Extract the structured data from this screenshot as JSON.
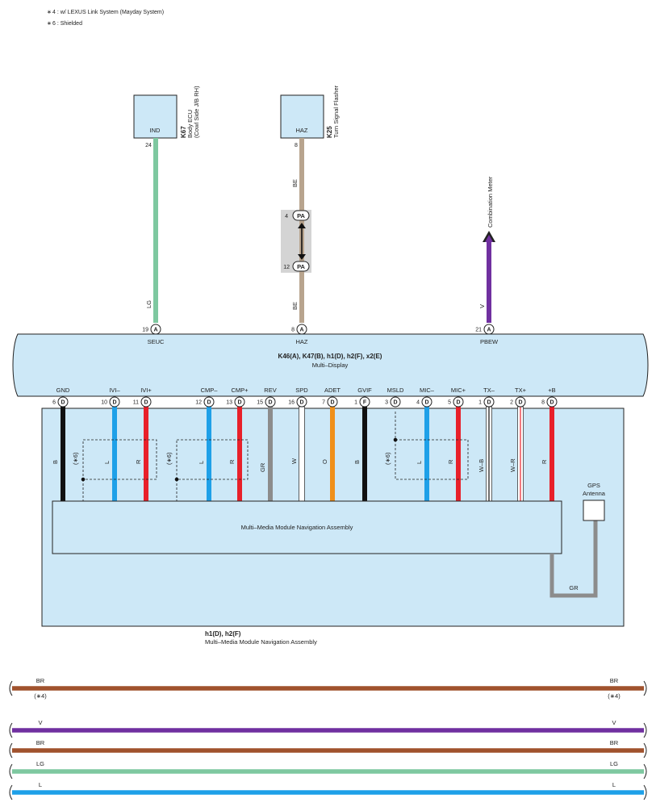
{
  "notes": [
    {
      "marker": "∗",
      "text": "4 : w/ LEXUS Link System (Mayday System)"
    },
    {
      "marker": "∗",
      "text": "6 : Shielded"
    }
  ],
  "top_components": [
    {
      "pin_label": "IND",
      "pin": "24",
      "code": "K67",
      "name_lines": [
        "Body ECU",
        "(Cowl Side J/B RH)"
      ]
    },
    {
      "pin_label": "HAZ",
      "pin": "8",
      "code": "K25",
      "name_lines": [
        "Turn Signal Flasher"
      ]
    }
  ],
  "combination_meter": "Combination Meter",
  "pa_connector": {
    "label": "PA",
    "pin_top": "4",
    "pin_bottom": "12"
  },
  "upper_wires": [
    {
      "id": "seuc",
      "color_code": "LG",
      "hex": "#7ec8a0",
      "pin": "19",
      "conn": "A",
      "signal": "SEUC"
    },
    {
      "id": "haz",
      "color_code_upper": "BE",
      "color_code_lower": "BE",
      "hex": "#b8a48e",
      "pin": "8",
      "conn": "A",
      "signal": "HAZ"
    },
    {
      "id": "pbew",
      "color_code": "V",
      "hex": "#7030a0",
      "pin": "21",
      "conn": "A",
      "signal": "PBEW"
    }
  ],
  "multi_display": {
    "connectors": "K46(A), K47(B), h1(D), h2(F), x2(E)",
    "name": "Multi–Display"
  },
  "lower_pins": [
    {
      "signal": "GND",
      "pin": "6",
      "conn": "D",
      "color_code": "B",
      "hex": "#111111"
    },
    {
      "signal": "IVI–",
      "pin": "10",
      "conn": "D",
      "color_code": "L",
      "hex": "#1ea0e8"
    },
    {
      "signal": "IVI+",
      "pin": "11",
      "conn": "D",
      "color_code": "R",
      "hex": "#e8202a"
    },
    {
      "signal": "CMP–",
      "pin": "12",
      "conn": "D",
      "color_code": "L",
      "hex": "#1ea0e8"
    },
    {
      "signal": "CMP+",
      "pin": "13",
      "conn": "D",
      "color_code": "R",
      "hex": "#e8202a"
    },
    {
      "signal": "REV",
      "pin": "15",
      "conn": "D",
      "color_code": "GR",
      "hex": "#8c8c8c"
    },
    {
      "signal": "SPD",
      "pin": "16",
      "conn": "D",
      "color_code": "W",
      "hex": "#ffffff"
    },
    {
      "signal": "ADET",
      "pin": "7",
      "conn": "D",
      "color_code": "O",
      "hex": "#f0901a"
    },
    {
      "signal": "GVIF",
      "pin": "1",
      "conn": "F",
      "color_code": "B",
      "hex": "#111111"
    },
    {
      "signal": "MSLD",
      "pin": "3",
      "conn": "D",
      "color_code": "",
      "hex": ""
    },
    {
      "signal": "MIC–",
      "pin": "4",
      "conn": "D",
      "color_code": "L",
      "hex": "#1ea0e8"
    },
    {
      "signal": "MIC+",
      "pin": "5",
      "conn": "D",
      "color_code": "R",
      "hex": "#e8202a"
    },
    {
      "signal": "TX–",
      "pin": "1",
      "conn": "D",
      "color_code": "W–B",
      "hex": "#ffffff",
      "stripe": "#111111"
    },
    {
      "signal": "TX+",
      "pin": "2",
      "conn": "D",
      "color_code": "W–R",
      "hex": "#ffffff",
      "stripe": "#e8202a"
    },
    {
      "signal": "+B",
      "pin": "8",
      "conn": "D",
      "color_code": "R",
      "hex": "#e8202a"
    }
  ],
  "shield_labels": [
    "(∗6)",
    "(∗6)",
    "(∗6)"
  ],
  "module_name": "Multi–Media Module Navigation Assembly",
  "gps": {
    "lines": [
      "GPS",
      "Antenna"
    ],
    "wire_color_code": "GR",
    "hex": "#8c8c8c"
  },
  "bottom_caption": {
    "connectors": "h1(D), h2(F)",
    "name": "Multi–Media Module Navigation Assembly"
  },
  "continuation_lines": [
    {
      "left": "BR",
      "right": "BR",
      "note_left": "(∗4)",
      "note_right": "(∗4)",
      "hex": "#a0522d"
    },
    {
      "left": "V",
      "right": "V",
      "note_left": "",
      "note_right": "",
      "hex": "#7030a0"
    },
    {
      "left": "BR",
      "right": "BR",
      "note_left": "",
      "note_right": "",
      "hex": "#a0522d"
    },
    {
      "left": "LG",
      "right": "LG",
      "note_left": "",
      "note_right": "",
      "hex": "#7ec8a0"
    },
    {
      "left": "L",
      "right": "L",
      "note_left": "",
      "note_right": "",
      "hex": "#1ea0e8"
    }
  ],
  "colors": {
    "box_fill": "#cde8f7",
    "frame": "#222222",
    "connector_shade": "#d4d4d4"
  }
}
